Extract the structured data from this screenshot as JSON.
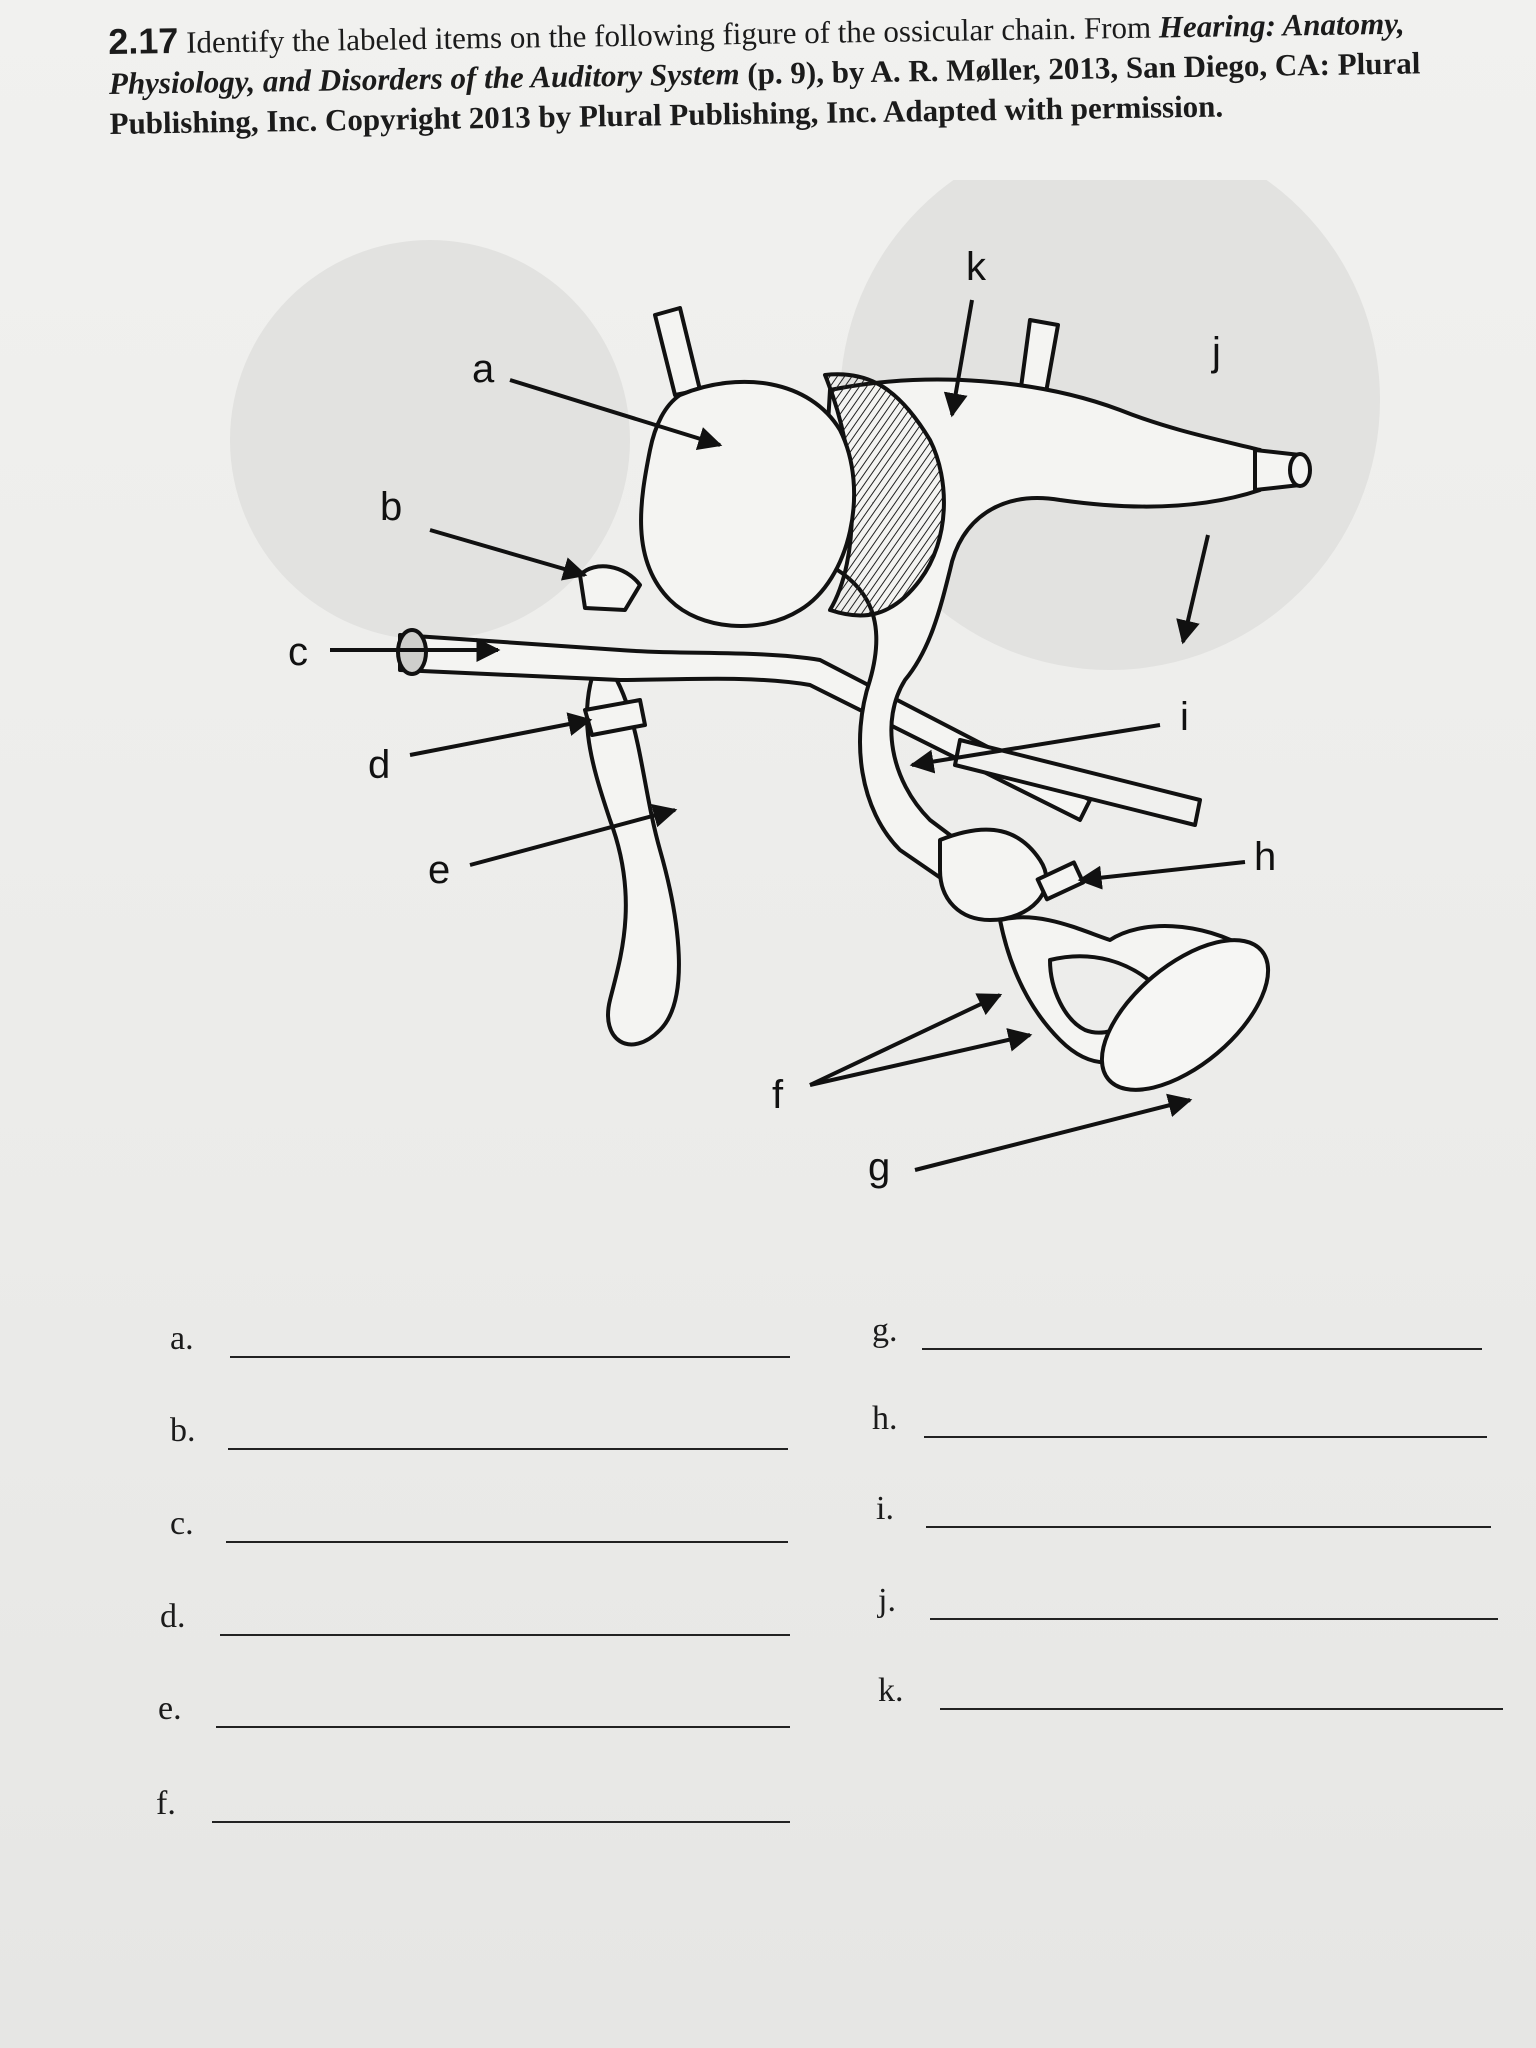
{
  "question": {
    "number": "2.17",
    "text": "Identify the labeled items on the following figure of the ossicular chain. From ",
    "source_title": "Hearing: Anatomy, Physiology, and Disorders of the Auditory System",
    "source_rest": " (p. 9), by A. R. Møller, 2013, San Diego, CA: Plural Publishing, Inc. Copyright 2013 by Plural Publishing, Inc. Adapted with permission."
  },
  "figure": {
    "labels": {
      "a": "a",
      "b": "b",
      "c": "c",
      "d": "d",
      "e": "e",
      "f": "f",
      "g": "g",
      "h": "h",
      "i": "i",
      "j": "j",
      "k": "k"
    }
  },
  "answers": {
    "left": [
      {
        "letter": "a.",
        "value": ""
      },
      {
        "letter": "b.",
        "value": ""
      },
      {
        "letter": "c.",
        "value": ""
      },
      {
        "letter": "d.",
        "value": ""
      },
      {
        "letter": "e.",
        "value": ""
      },
      {
        "letter": "f.",
        "value": ""
      }
    ],
    "right": [
      {
        "letter": "g.",
        "value": ""
      },
      {
        "letter": "h.",
        "value": ""
      },
      {
        "letter": "i.",
        "value": ""
      },
      {
        "letter": "j.",
        "value": ""
      },
      {
        "letter": "k.",
        "value": ""
      }
    ]
  }
}
